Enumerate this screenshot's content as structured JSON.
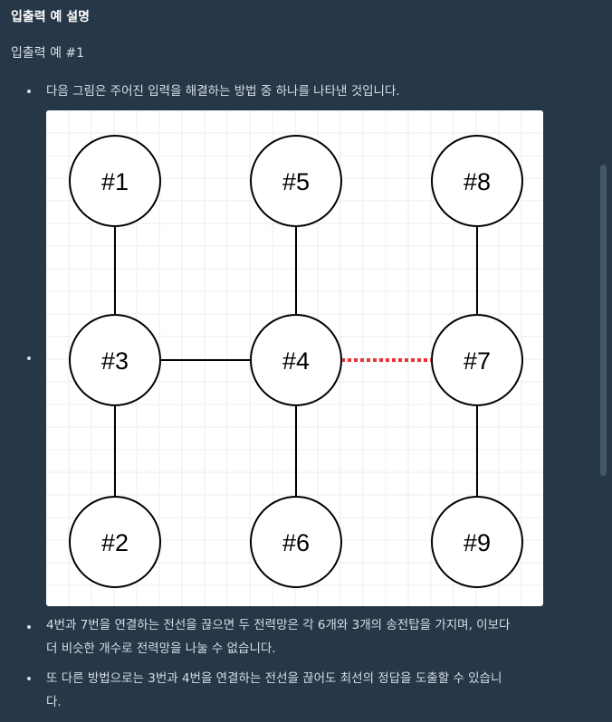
{
  "heading": "입출력 예 설명",
  "subheading": "입출력 예 #1",
  "items": [
    "다음 그림은 주어진 입력을 해결하는 방법 중 하나를 나타낸 것입니다.",
    "4번과 7번을 연결하는 전선을 끊으면 두 전력망은 각 6개와 3개의 송전탑을 가지며, 이보다",
    "더 비슷한 개수로 전력망을 나눌 수 없습니다.",
    "또 다른 방법으로는 3번과 4번을 연결하는 전선을 끊어도 최선의 정답을 도출할 수 있습니",
    "다."
  ],
  "diagram": {
    "nodes": [
      {
        "id": "n1",
        "label": "#1"
      },
      {
        "id": "n5",
        "label": "#5"
      },
      {
        "id": "n8",
        "label": "#8"
      },
      {
        "id": "n3",
        "label": "#3"
      },
      {
        "id": "n4",
        "label": "#4"
      },
      {
        "id": "n7",
        "label": "#7"
      },
      {
        "id": "n2",
        "label": "#2"
      },
      {
        "id": "n6",
        "label": "#6"
      },
      {
        "id": "n9",
        "label": "#9"
      }
    ],
    "edges": [
      {
        "from": "#1",
        "to": "#3"
      },
      {
        "from": "#5",
        "to": "#4"
      },
      {
        "from": "#8",
        "to": "#7"
      },
      {
        "from": "#3",
        "to": "#4"
      },
      {
        "from": "#4",
        "to": "#7",
        "style": "cut"
      },
      {
        "from": "#3",
        "to": "#2"
      },
      {
        "from": "#4",
        "to": "#6"
      },
      {
        "from": "#7",
        "to": "#9"
      }
    ],
    "colors": {
      "edge": "#000000",
      "cut_edge": "#e8343a",
      "grid": "#ececec"
    }
  }
}
